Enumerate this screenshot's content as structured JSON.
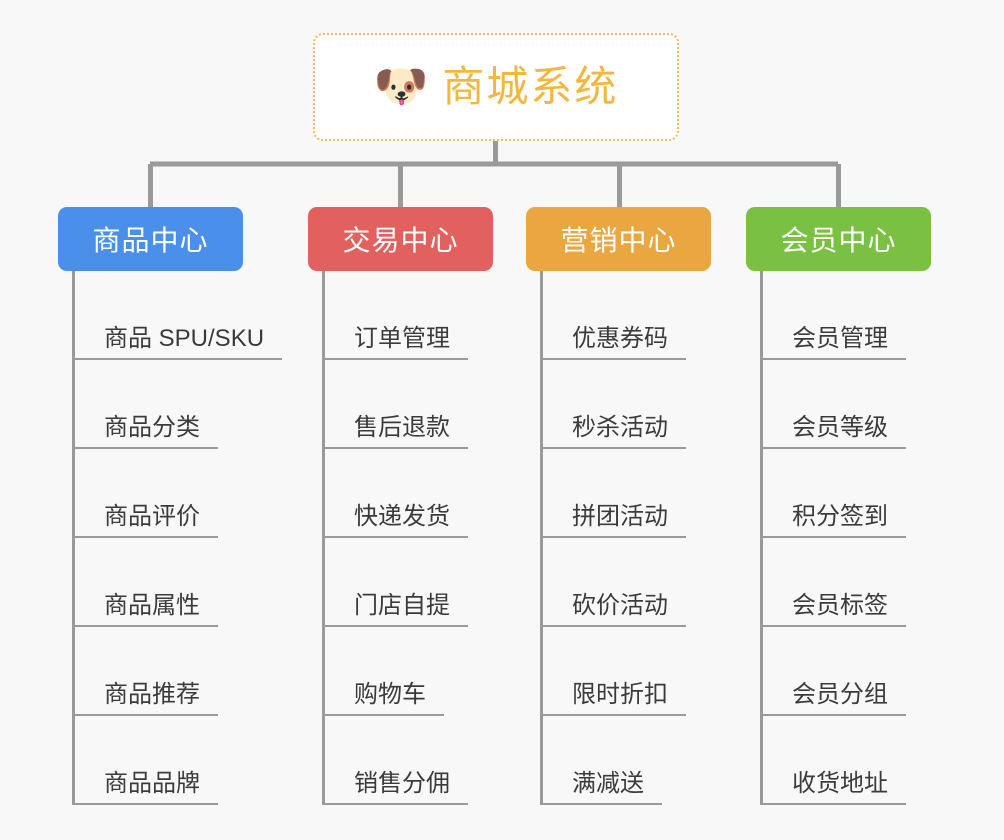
{
  "diagram": {
    "title": "商城系统",
    "background_color": "#f8f8f8",
    "root": {
      "icon": "shiba-dog-face-emoji",
      "emoji": "🐶",
      "label": "商城系统",
      "text_color": "#f3b73f",
      "border_color": "#f0b95a"
    },
    "branches": [
      {
        "label": "商品中心",
        "color": "#4a90ea",
        "items": [
          "商品 SPU/SKU",
          "商品分类",
          "商品评价",
          "商品属性",
          "商品推荐",
          "商品品牌"
        ]
      },
      {
        "label": "交易中心",
        "color": "#e2605e",
        "items": [
          "订单管理",
          "售后退款",
          "快递发货",
          "门店自提",
          "购物车",
          "销售分佣"
        ]
      },
      {
        "label": "营销中心",
        "color": "#eaa73f",
        "items": [
          "优惠券码",
          "秒杀活动",
          "拼团活动",
          "砍价活动",
          "限时折扣",
          "满减送"
        ]
      },
      {
        "label": "会员中心",
        "color": "#7ac143",
        "items": [
          "会员管理",
          "会员等级",
          "积分签到",
          "会员标签",
          "会员分组",
          "收货地址"
        ]
      }
    ]
  }
}
